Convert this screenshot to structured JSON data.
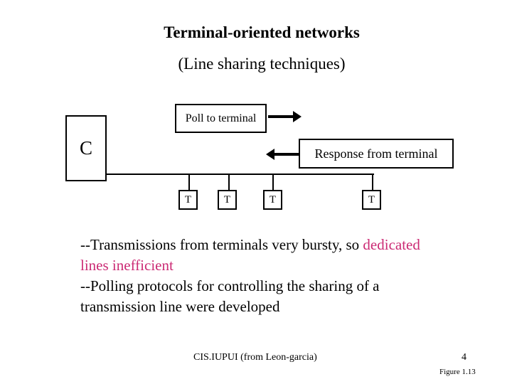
{
  "slide": {
    "title": "Terminal-oriented networks",
    "subtitle": "(Line sharing techniques)"
  },
  "diagram": {
    "controller_label": "C",
    "poll_box_label": "Poll to terminal",
    "response_box_label": "Response from terminal",
    "terminals": [
      "T",
      "T",
      "T",
      "T"
    ]
  },
  "body": {
    "line1_black": "--Transmissions from terminals very bursty, so ",
    "line1_highlight": "dedicated",
    "line2_highlight": "lines inefficient",
    "line3": "--Polling protocols for controlling the sharing of a",
    "line4": "transmission line were developed"
  },
  "footer": {
    "credit": "CIS.IUPUI (from Leon-garcia)",
    "page_number": "4",
    "figure_caption": "Figure 1.13"
  },
  "colors": {
    "highlight": "#CB2A74",
    "ink": "#000000",
    "background": "#FFFFFF"
  }
}
